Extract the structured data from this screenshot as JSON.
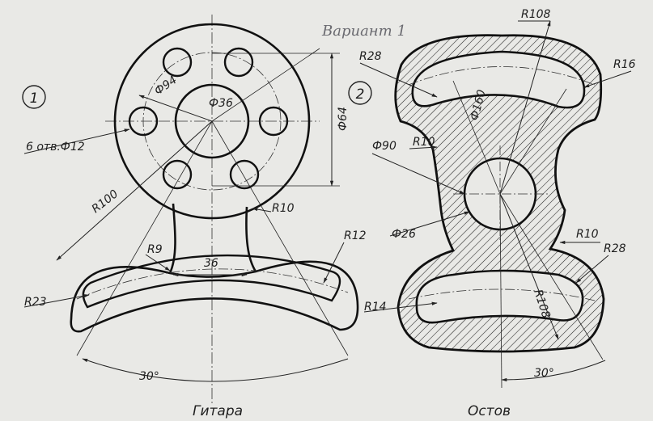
{
  "title": "Вариант 1",
  "figure1": {
    "number": "1",
    "name": "Гитара",
    "dims": {
      "outer_circle": "Ф94",
      "inner_circle": "Ф36",
      "height": "Ф64",
      "holes": "6 отв.Ф12",
      "arc_radius": "R100",
      "neck_fillet_right": "R10",
      "neck_fillet_left": "R9",
      "neck_width": "36",
      "arc_end_right": "R12",
      "arc_end_left": "R23",
      "angle": "30°"
    }
  },
  "figure2": {
    "number": "2",
    "name": "Остов",
    "dims": {
      "top_radius": "R108",
      "top_left": "R28",
      "top_right": "R16",
      "left_upper": "Ф90",
      "left_fillet": "R10",
      "pitch": "Ф160",
      "hole": "Ф26",
      "right_fillet": "R10",
      "bottom_right": "R28",
      "bottom_left": "R14",
      "bottom_radius": "R108",
      "angle": "30°"
    }
  }
}
